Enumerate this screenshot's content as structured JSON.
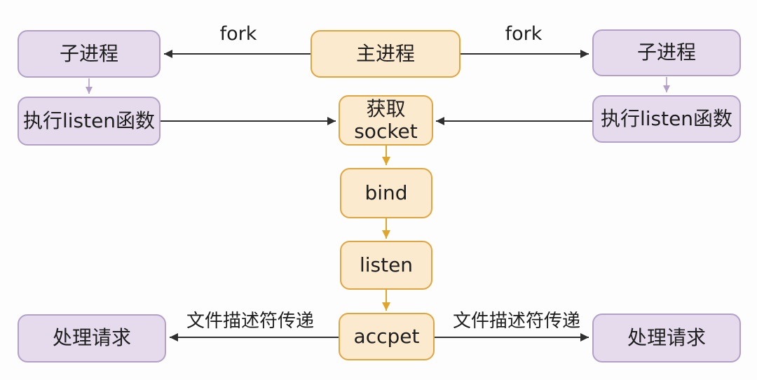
{
  "colors": {
    "background": "#fdfdfd",
    "orange_fill": "#fceacf",
    "orange_border": "#e2a43c",
    "purple_fill": "#e5dbec",
    "purple_border": "#b3a0c8",
    "arrow_dark": "#2f2f2f",
    "arrow_gold": "#e0a62c",
    "arrow_purple": "#b3a0c8",
    "text": "#1e1e1e"
  },
  "nodes": {
    "main_process": "主进程",
    "child_left": "子进程",
    "child_right": "子进程",
    "listen_fn_left": "执行listen函数",
    "listen_fn_right": "执行listen函数",
    "get_socket": "获取\nsocket",
    "bind": "bind",
    "listen": "listen",
    "accpet": "accpet",
    "handle_left": "处理请求",
    "handle_right": "处理请求"
  },
  "edges": {
    "fork_left": "fork",
    "fork_right": "fork",
    "fd_pass_left": "文件描述符传递",
    "fd_pass_right": "文件描述符传递"
  }
}
